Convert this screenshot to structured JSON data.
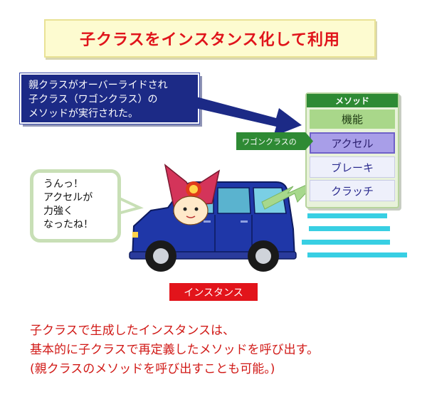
{
  "title": "子クラスをインスタンス化して利用",
  "note": "親クラスがオーバーライドされ\n子クラス（ワゴンクラス）の\nメソッドが実行された。",
  "methods": {
    "header": "メソッド",
    "column": "機能",
    "items": [
      "アクセル",
      "ブレーキ",
      "クラッチ"
    ]
  },
  "wagon_tag": "ワゴンクラスの",
  "bubble": "うんっ！\nアクセルが\n力強く\nなったね！",
  "instance_label": "インスタンス",
  "conclusion": "子クラスで生成したインスタンスは、\n基本的に子クラスで再定義したメソッドを呼び出す。\n(親クラスのメソッドを呼び出すことも可能。)",
  "colors": {
    "title_text": "#e0141b",
    "note_bg": "#1c2a86",
    "method_header": "#2e8a34",
    "highlight": "#a89ee8",
    "car_body": "#1f37a8",
    "instance_bg": "#e2141b",
    "conclusion_text": "#d11a17"
  }
}
